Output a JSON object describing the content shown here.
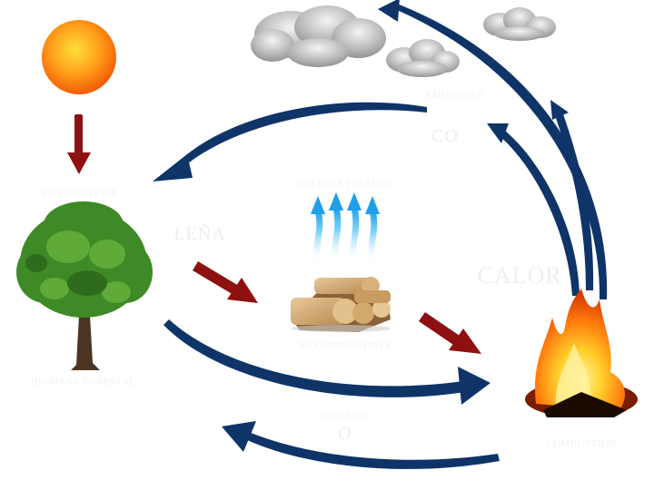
{
  "colors": {
    "background": "#ffffff",
    "cycle_arrow": "#0e3468",
    "flow_arrow": "#8e1010",
    "heat_arrow": "#2aa6ea",
    "faint_text": "#f2f2f2"
  },
  "icons": [
    "sun-icon",
    "tree-icon",
    "firewood-icon",
    "fire-icon",
    "cloud-icon",
    "heat-arrows-icon"
  ],
  "labels": {
    "sun_light": "FOTOSINTESIS",
    "tree": "BIOMASA FORESTAL",
    "firewood_word": "LEÑA",
    "firewood_stack": "BIOCOMBUSTIBLE",
    "heat_top": "ENERGÍA TÉRMICA",
    "calor": "CALOR",
    "emissions": "EMISIONES",
    "co2_top": "CO",
    "oxygen_label": "OXÍGENO",
    "o2": "O",
    "fire": "COMBUSTIÓN"
  }
}
